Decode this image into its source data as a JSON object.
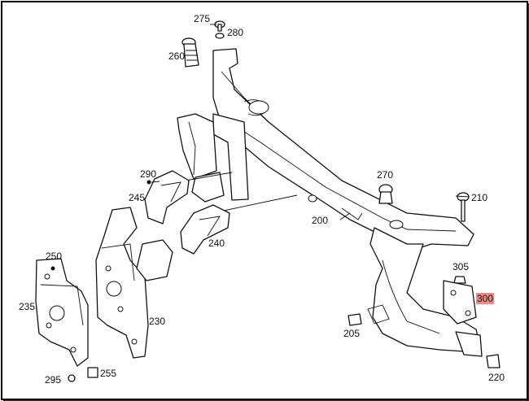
{
  "diagram": {
    "callouts": [
      {
        "id": "275",
        "label": "275"
      },
      {
        "id": "280",
        "label": "280"
      },
      {
        "id": "260",
        "label": "260"
      },
      {
        "id": "290",
        "label": "290"
      },
      {
        "id": "245",
        "label": "245"
      },
      {
        "id": "240",
        "label": "240"
      },
      {
        "id": "270",
        "label": "270"
      },
      {
        "id": "210",
        "label": "210"
      },
      {
        "id": "200",
        "label": "200"
      },
      {
        "id": "250",
        "label": "250"
      },
      {
        "id": "235",
        "label": "235"
      },
      {
        "id": "230",
        "label": "230"
      },
      {
        "id": "305",
        "label": "305"
      },
      {
        "id": "300",
        "label": "300",
        "highlighted": true
      },
      {
        "id": "205",
        "label": "205"
      },
      {
        "id": "295",
        "label": "295"
      },
      {
        "id": "255",
        "label": "255"
      },
      {
        "id": "220",
        "label": "220"
      }
    ],
    "highlight_color": "#f08a8a"
  }
}
